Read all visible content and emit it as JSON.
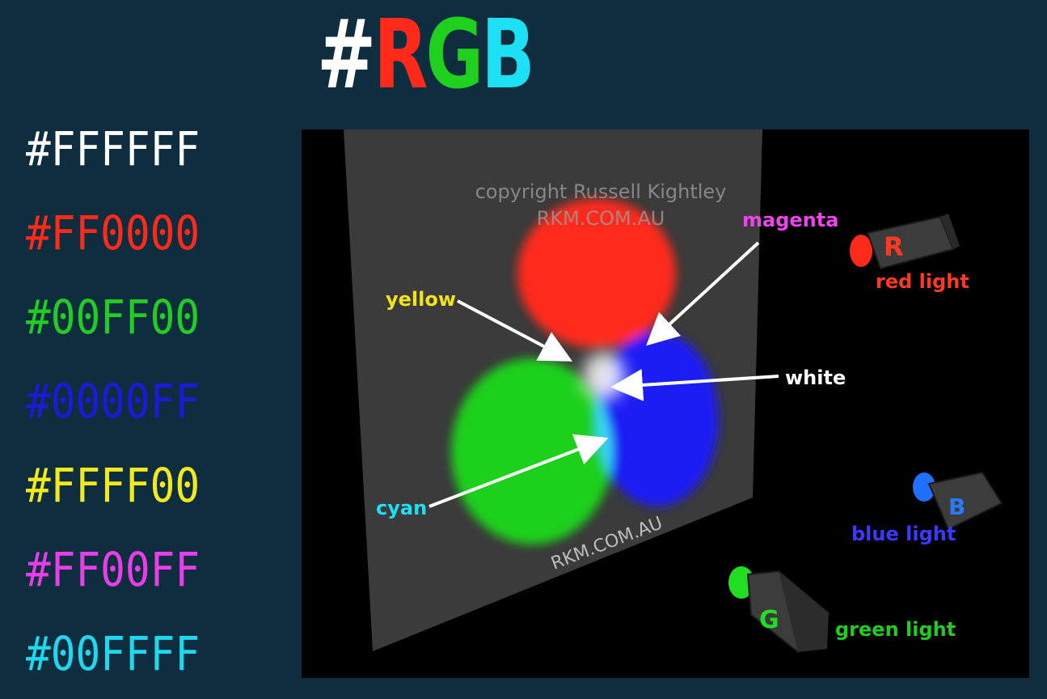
{
  "title": {
    "hash": "#",
    "r": "R",
    "g": "G",
    "b": "B"
  },
  "hex_codes": [
    {
      "code": "#FFFFFF",
      "color": "#ffffff"
    },
    {
      "code": "#FF0000",
      "color": "#ff2a1a"
    },
    {
      "code": "#00FF00",
      "color": "#22cc22"
    },
    {
      "code": "#0000FF",
      "color": "#1a1ad8"
    },
    {
      "code": "#FFFF00",
      "color": "#f2ea1a"
    },
    {
      "code": "#FF00FF",
      "color": "#e83ee8"
    },
    {
      "code": "#00FFFF",
      "color": "#1ed8f0"
    }
  ],
  "diagram": {
    "copyright": "copyright Russell Kightley",
    "site_top": "RKM.COM.AU",
    "site_bottom": "RKM.COM.AU",
    "labels": {
      "magenta": "magenta",
      "yellow": "yellow",
      "white": "white",
      "cyan": "cyan",
      "red_light": "red light",
      "blue_light": "blue light",
      "green_light": "green light"
    },
    "projectors": {
      "red": "R",
      "blue": "B",
      "green": "G"
    }
  },
  "colors": {
    "background": "#0e2e40",
    "hash": "#ffffff",
    "red": "#ff2a1a",
    "green": "#1fd01f",
    "cyan": "#1ee0f5"
  }
}
